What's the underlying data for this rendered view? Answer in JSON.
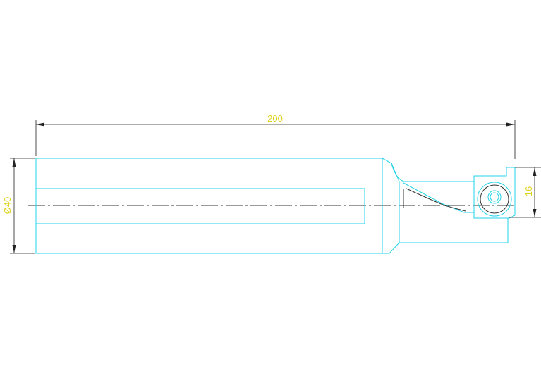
{
  "drawing": {
    "colors": {
      "outline": "#22d3e8",
      "dimension_line": "#222222",
      "dimension_text": "#e0d21a",
      "background": "#ffffff"
    },
    "dimensions": {
      "overall_length": "200",
      "diameter": "Ø40",
      "head_height": "16"
    }
  }
}
